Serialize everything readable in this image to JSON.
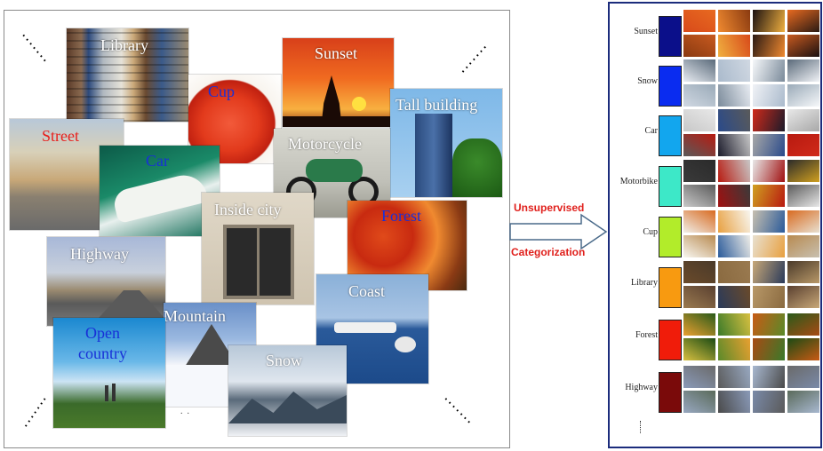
{
  "left_labels": {
    "library": "Library",
    "cup": "Cup",
    "sunset": "Sunset",
    "tall_building": "Tall building",
    "street": "Street",
    "car": "Car",
    "motorcycle": "Motorcycle",
    "inside_city": "Inside city",
    "forest": "Forest",
    "highway": "Highway",
    "mountain": "Mountain",
    "coast": "Coast",
    "open_country": "Open country",
    "snow": "Snow"
  },
  "arrow": {
    "top_label": "Unsupervised",
    "bottom_label": "Categorization"
  },
  "categories": [
    {
      "label": "Sunset",
      "color": "#0b0f8a"
    },
    {
      "label": "Snow",
      "color": "#0a2cf0"
    },
    {
      "label": "Car",
      "color": "#12a6ee"
    },
    {
      "label": "Motorbike",
      "color": "#3de8c8"
    },
    {
      "label": "Cup",
      "color": "#b2ec2a"
    },
    {
      "label": "Library",
      "color": "#f89a10"
    },
    {
      "label": "Forest",
      "color": "#f01c0a"
    },
    {
      "label": "Highway",
      "color": "#7a0a0a"
    }
  ],
  "colors": {
    "arrow_text": "#e0201c",
    "right_border": "#1c2c7c",
    "blue_caption": "#1830d8",
    "red_caption": "#e8201c"
  }
}
